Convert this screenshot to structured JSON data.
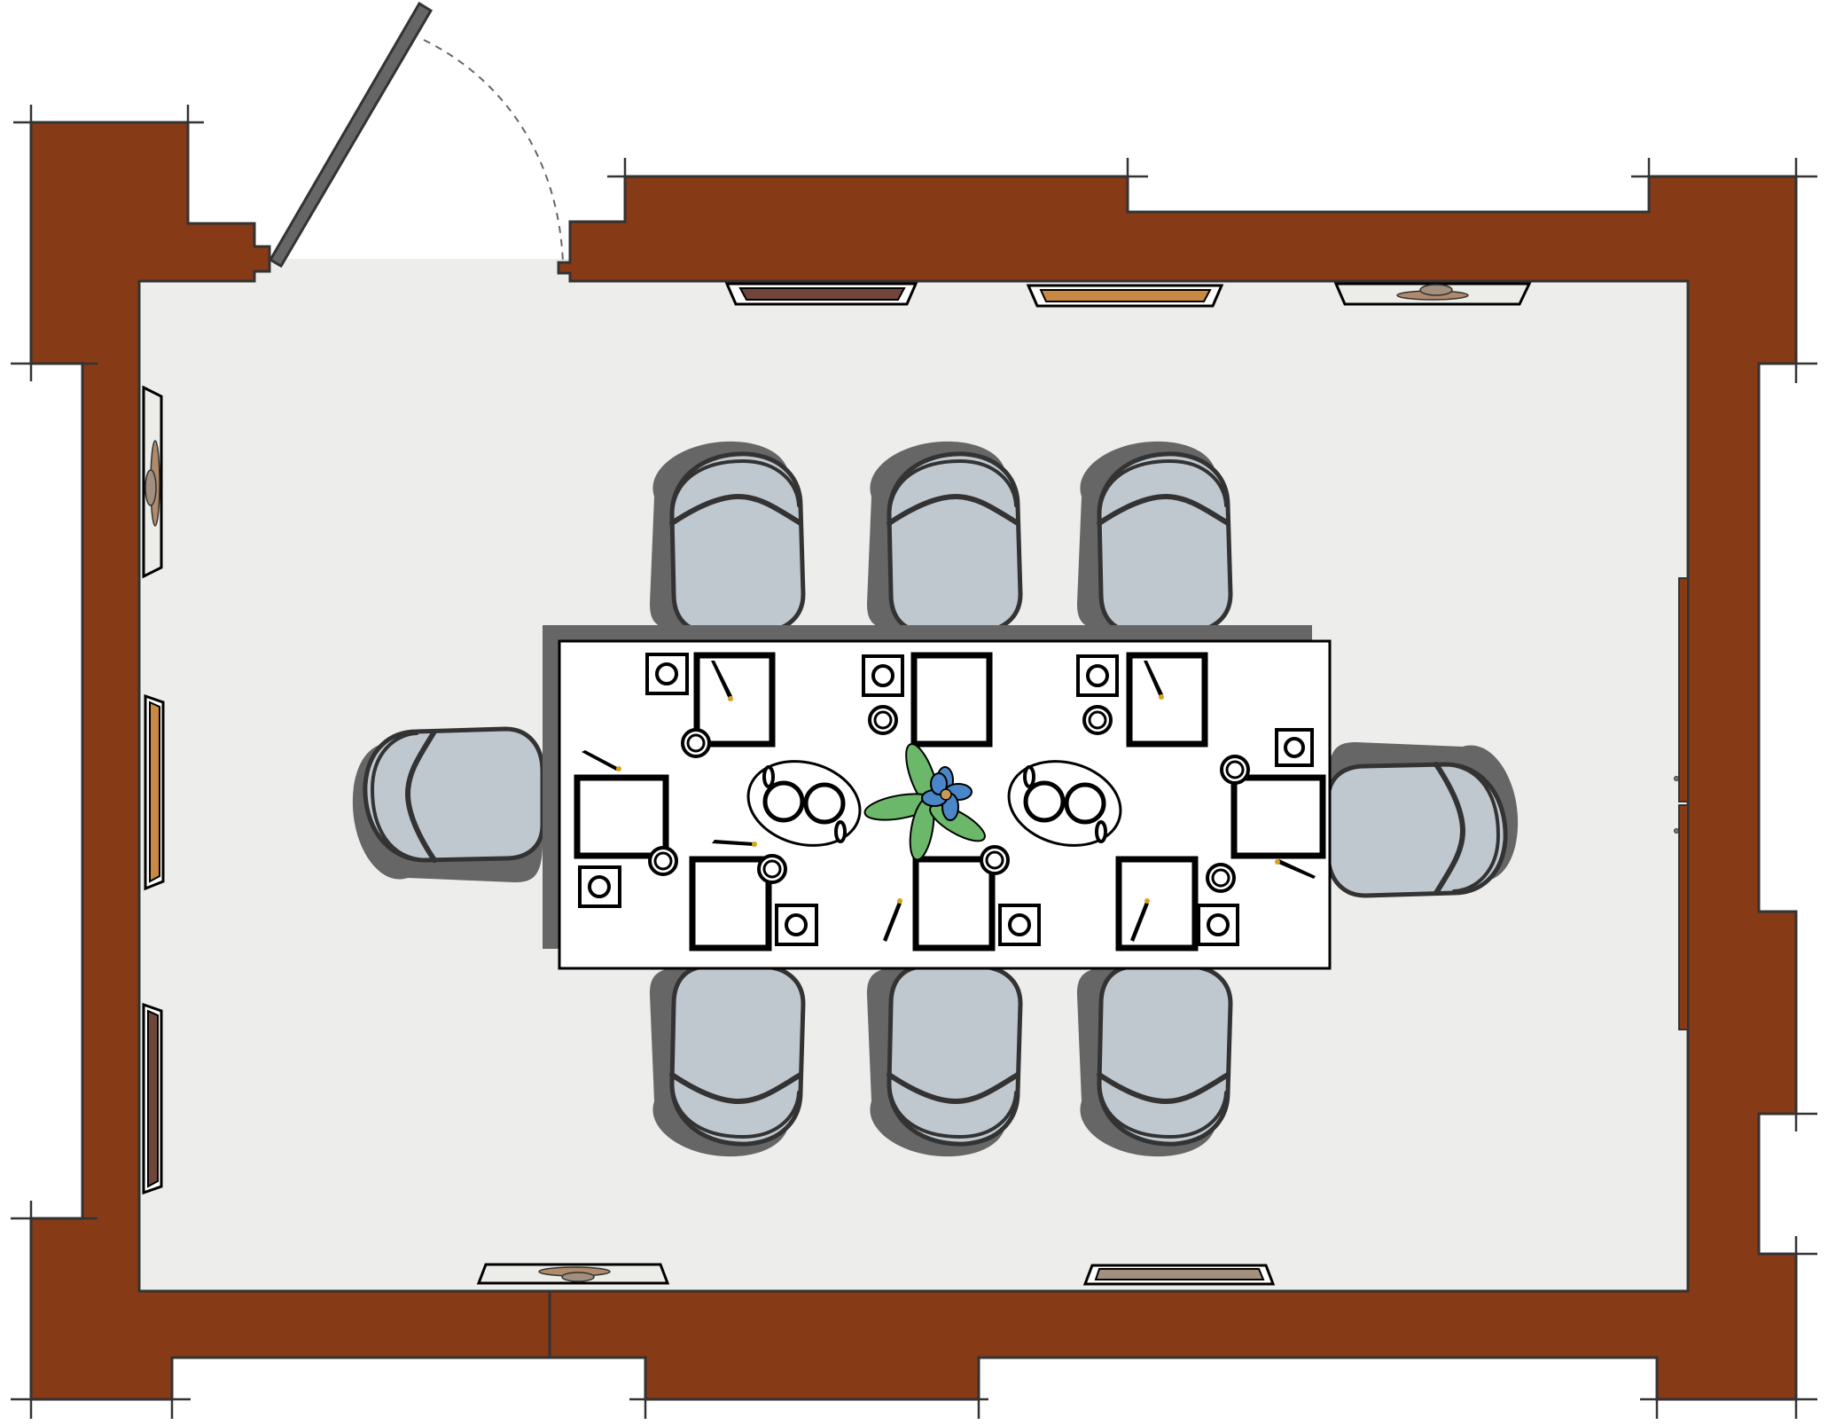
{
  "diagram": {
    "type": "floor-plan",
    "room": "dining-room",
    "colors": {
      "wall": "#873a16",
      "wall_outline": "#333333",
      "floor": "#ededeb",
      "chair_fill": "#c0c8cf",
      "chair_shadow": "#666666",
      "table_top": "#ffffff",
      "table_shadow": "#666666",
      "door_panel": "#666666",
      "flower_petal": "#4a86c8",
      "flower_leaf": "#6bb86a",
      "knife_tip": "#d9a21b",
      "frame_dark_brown": "#70463a",
      "frame_orange": "#c98844",
      "frame_taupe": "#a28f7e",
      "frame_art_shape": "#b08a6a"
    },
    "elements": {
      "door": {
        "label": "swing-door",
        "state": "open",
        "swing": "dashed-arc"
      },
      "table": {
        "label": "rectangular-dining-table",
        "seats": 8,
        "place_settings": 8
      },
      "chairs": [
        {
          "id": "chair-top-1",
          "side": "top"
        },
        {
          "id": "chair-top-2",
          "side": "top"
        },
        {
          "id": "chair-top-3",
          "side": "top"
        },
        {
          "id": "chair-bottom-1",
          "side": "bottom"
        },
        {
          "id": "chair-bottom-2",
          "side": "bottom"
        },
        {
          "id": "chair-bottom-3",
          "side": "bottom"
        },
        {
          "id": "chair-left",
          "side": "left"
        },
        {
          "id": "chair-right",
          "side": "right"
        }
      ],
      "centerpieces": [
        "teapot-tray-left",
        "flower-vase",
        "teapot-tray-right"
      ],
      "wall_art": [
        {
          "wall": "top",
          "style": "dark-brown-panel"
        },
        {
          "wall": "top",
          "style": "orange-panel"
        },
        {
          "wall": "top",
          "style": "abstract-art"
        },
        {
          "wall": "left",
          "style": "abstract-art"
        },
        {
          "wall": "left",
          "style": "orange-panel"
        },
        {
          "wall": "left",
          "style": "dark-brown-panel"
        },
        {
          "wall": "bottom",
          "style": "abstract-art"
        },
        {
          "wall": "bottom",
          "style": "taupe-panel"
        }
      ],
      "cabinet": {
        "wall": "right",
        "doors": 2
      }
    }
  }
}
